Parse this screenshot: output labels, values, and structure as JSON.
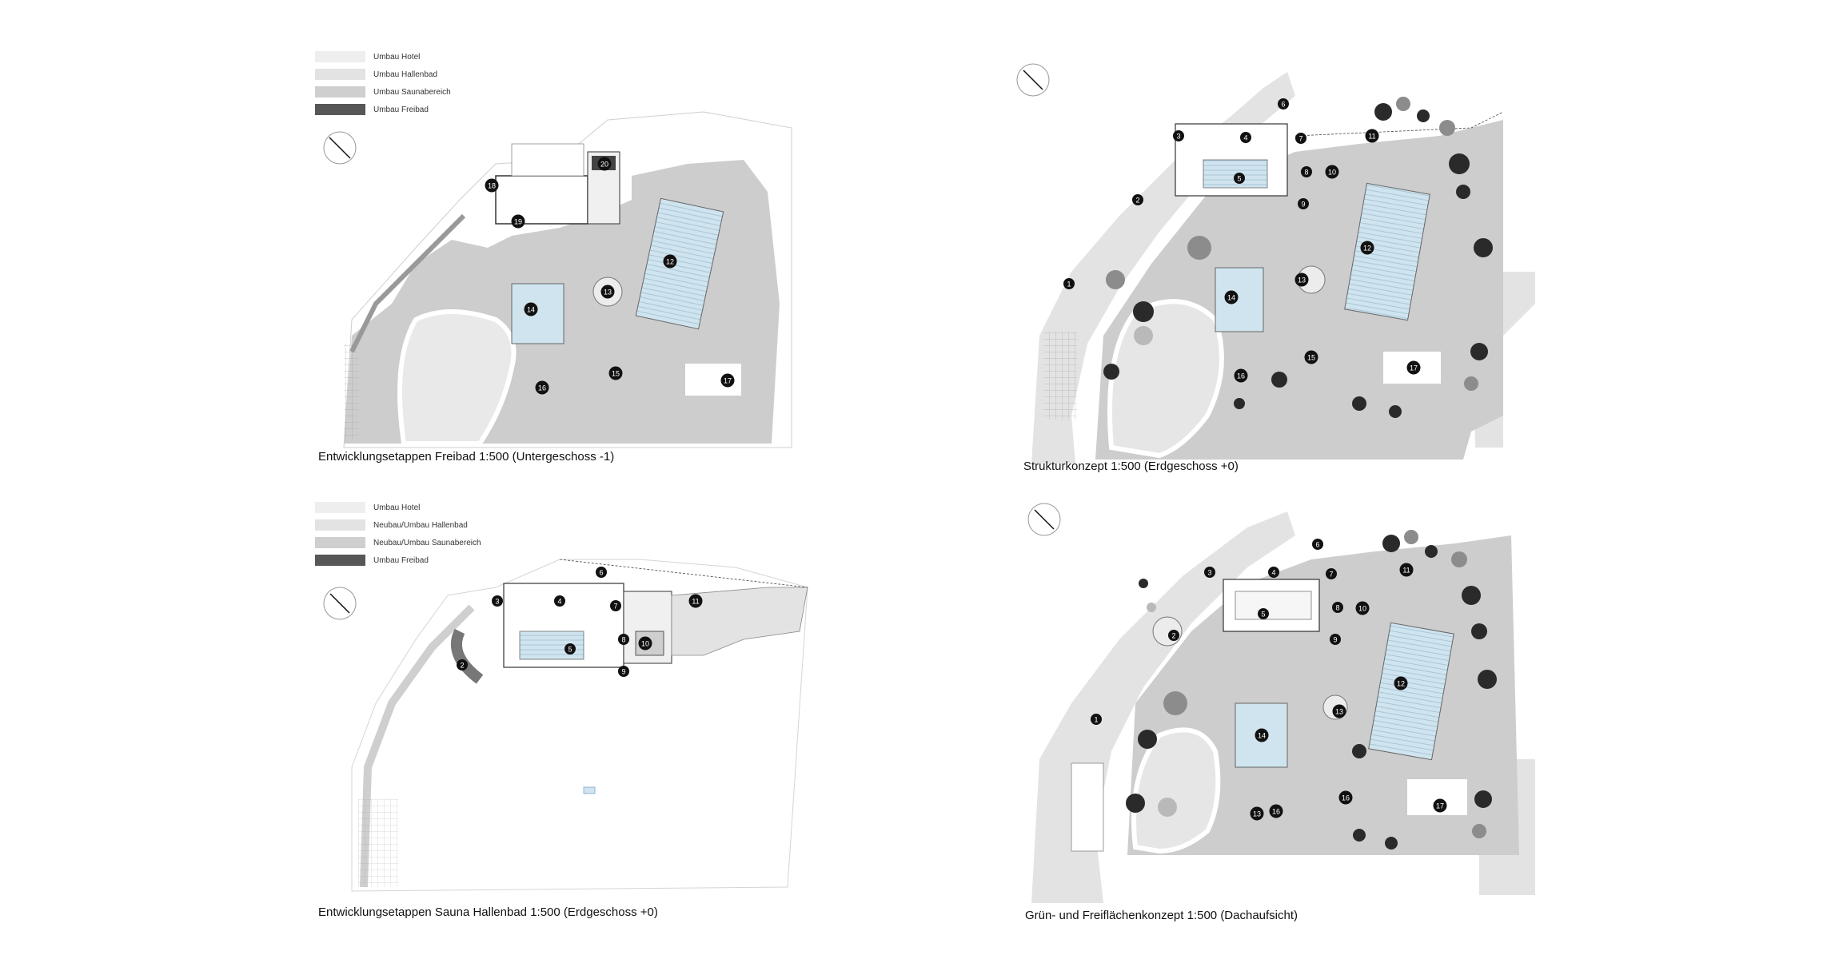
{
  "panels": [
    {
      "caption": "Entwicklungsetappen Freibad 1:500 (Untergeschoss -1)",
      "legend": [
        {
          "label": "Umbau Hotel",
          "color": "#eeeeee"
        },
        {
          "label": "Umbau Hallenbad",
          "color": "#e3e3e3"
        },
        {
          "label": "Umbau Saunabereich",
          "color": "#cfcfcf"
        },
        {
          "label": "Umbau Freibad",
          "color": "#575757"
        }
      ]
    },
    {
      "caption": "Strukturkonzept 1:500 (Erdgeschoss +0)"
    },
    {
      "caption": "Entwicklungsetappen Sauna Hallenbad 1:500 (Erdgeschoss +0)",
      "legend": [
        {
          "label": "Umbau Hotel",
          "color": "#eeeeee"
        },
        {
          "label": "Neubau/Umbau Hallenbad",
          "color": "#e3e3e3"
        },
        {
          "label": "Neubau/Umbau Saunabereich",
          "color": "#cfcfcf"
        },
        {
          "label": "Umbau Freibad",
          "color": "#575757"
        }
      ]
    },
    {
      "caption": "Grün- und Freiflächenkonzept 1:500 (Dachaufsicht)"
    }
  ],
  "markers": {
    "p1": [
      "18",
      "19",
      "20",
      "12",
      "13",
      "14",
      "15",
      "16",
      "17"
    ],
    "p2": [
      "1",
      "2",
      "3",
      "4",
      "5",
      "6",
      "7",
      "8",
      "9",
      "10",
      "11",
      "12",
      "13",
      "14",
      "15",
      "16",
      "17"
    ],
    "p3": [
      "2",
      "3",
      "4",
      "5",
      "6",
      "7",
      "8",
      "9",
      "10",
      "11"
    ],
    "p4": [
      "1",
      "2",
      "3",
      "4",
      "5",
      "6",
      "7",
      "8",
      "9",
      "10",
      "11",
      "12",
      "13",
      "13",
      "14",
      "16",
      "16",
      "17"
    ]
  },
  "colors": {
    "site_grey": "#cdcdcd",
    "site_light": "#e6e6e6",
    "pool_blue": "#cfe4ef",
    "building_line": "#3a3a3a",
    "tree_dark": "#2a2a2a",
    "tree_mid": "#8c8c8c",
    "tree_light": "#b9b9b9"
  }
}
